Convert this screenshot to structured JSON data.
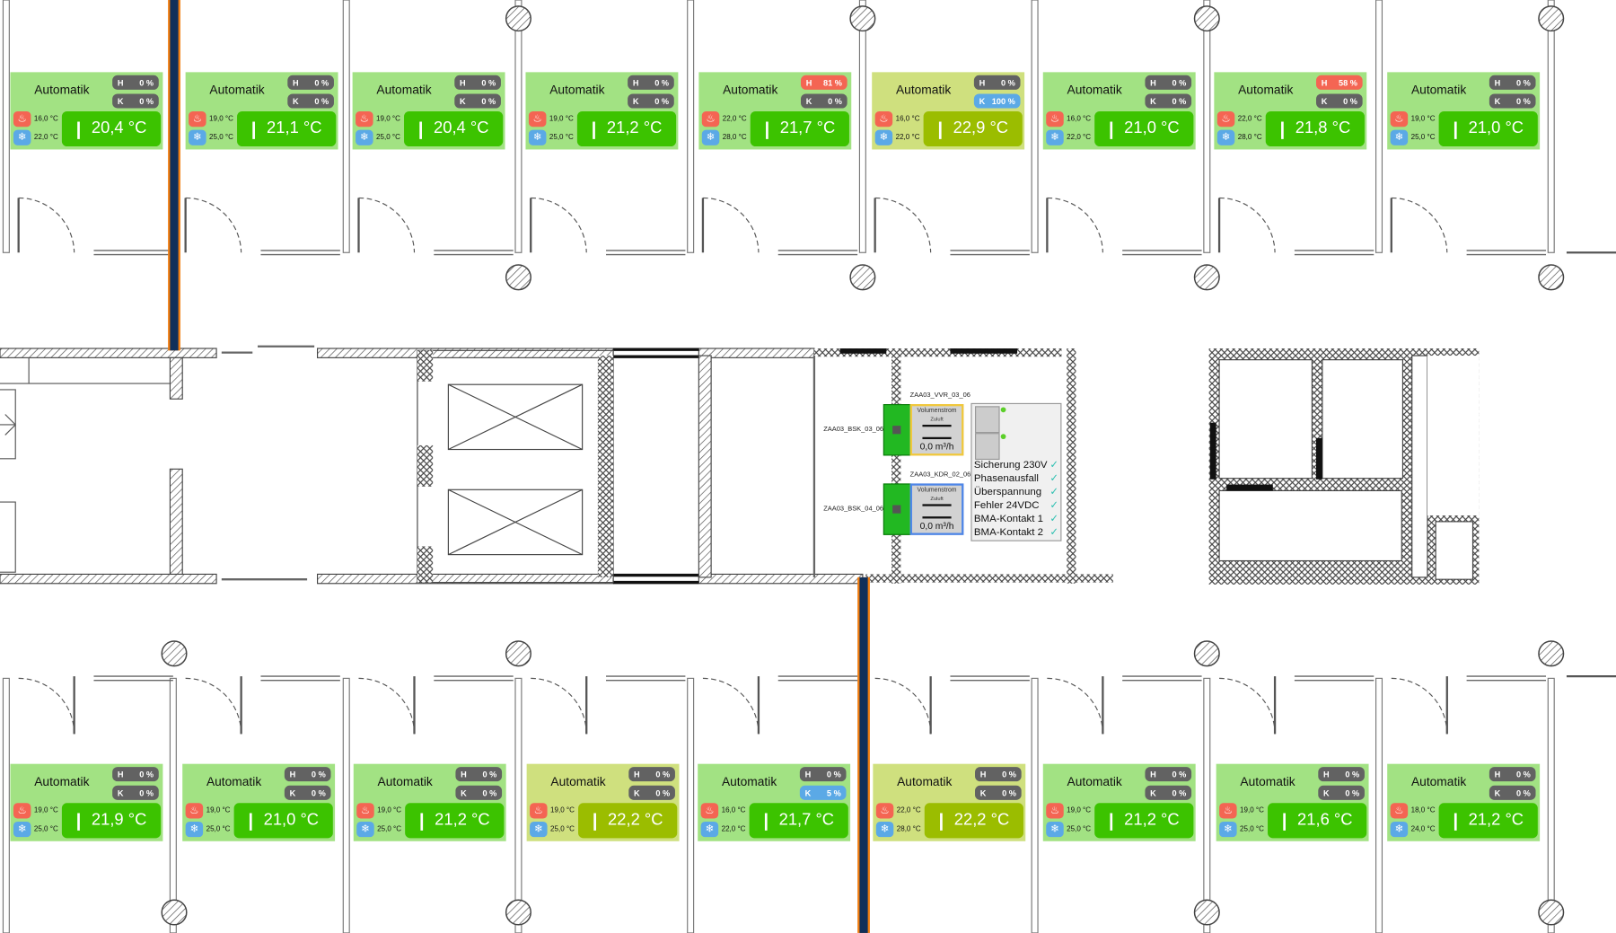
{
  "rooms_top": [
    {
      "mode": "Automatik",
      "h": "0 %",
      "k": "0 %",
      "heat_sp": "16,0 °C",
      "cool_sp": "22,0 °C",
      "temp": "20,4 °C",
      "warm": false,
      "h_active": false,
      "k_active": false
    },
    {
      "mode": "Automatik",
      "h": "0 %",
      "k": "0 %",
      "heat_sp": "19,0 °C",
      "cool_sp": "25,0 °C",
      "temp": "21,1 °C",
      "warm": false,
      "h_active": false,
      "k_active": false
    },
    {
      "mode": "Automatik",
      "h": "0 %",
      "k": "0 %",
      "heat_sp": "19,0 °C",
      "cool_sp": "25,0 °C",
      "temp": "20,4 °C",
      "warm": false,
      "h_active": false,
      "k_active": false
    },
    {
      "mode": "Automatik",
      "h": "0 %",
      "k": "0 %",
      "heat_sp": "19,0 °C",
      "cool_sp": "25,0 °C",
      "temp": "21,2 °C",
      "warm": false,
      "h_active": false,
      "k_active": false
    },
    {
      "mode": "Automatik",
      "h": "81 %",
      "k": "0 %",
      "heat_sp": "22,0 °C",
      "cool_sp": "28,0 °C",
      "temp": "21,7 °C",
      "warm": false,
      "h_active": true,
      "k_active": false
    },
    {
      "mode": "Automatik",
      "h": "0 %",
      "k": "100 %",
      "heat_sp": "16,0 °C",
      "cool_sp": "22,0 °C",
      "temp": "22,9 °C",
      "warm": true,
      "h_active": false,
      "k_active": true
    },
    {
      "mode": "Automatik",
      "h": "0 %",
      "k": "0 %",
      "heat_sp": "16,0 °C",
      "cool_sp": "22,0 °C",
      "temp": "21,0 °C",
      "warm": false,
      "h_active": false,
      "k_active": false
    },
    {
      "mode": "Automatik",
      "h": "58 %",
      "k": "0 %",
      "heat_sp": "22,0 °C",
      "cool_sp": "28,0 °C",
      "temp": "21,8 °C",
      "warm": false,
      "h_active": true,
      "k_active": false
    },
    {
      "mode": "Automatik",
      "h": "0 %",
      "k": "0 %",
      "heat_sp": "19,0 °C",
      "cool_sp": "25,0 °C",
      "temp": "21,0 °C",
      "warm": false,
      "h_active": false,
      "k_active": false
    }
  ],
  "rooms_bottom": [
    {
      "mode": "Automatik",
      "h": "0 %",
      "k": "0 %",
      "heat_sp": "19,0 °C",
      "cool_sp": "25,0 °C",
      "temp": "21,9 °C",
      "warm": false,
      "h_active": false,
      "k_active": false
    },
    {
      "mode": "Automatik",
      "h": "0 %",
      "k": "0 %",
      "heat_sp": "19,0 °C",
      "cool_sp": "25,0 °C",
      "temp": "21,0 °C",
      "warm": false,
      "h_active": false,
      "k_active": false
    },
    {
      "mode": "Automatik",
      "h": "0 %",
      "k": "0 %",
      "heat_sp": "19,0 °C",
      "cool_sp": "25,0 °C",
      "temp": "21,2 °C",
      "warm": false,
      "h_active": false,
      "k_active": false
    },
    {
      "mode": "Automatik",
      "h": "0 %",
      "k": "0 %",
      "heat_sp": "19,0 °C",
      "cool_sp": "25,0 °C",
      "temp": "22,2 °C",
      "warm": true,
      "h_active": false,
      "k_active": false
    },
    {
      "mode": "Automatik",
      "h": "0 %",
      "k": "5 %",
      "heat_sp": "16,0 °C",
      "cool_sp": "22,0 °C",
      "temp": "21,7 °C",
      "warm": false,
      "h_active": false,
      "k_active": true
    },
    {
      "mode": "Automatik",
      "h": "0 %",
      "k": "0 %",
      "heat_sp": "22,0 °C",
      "cool_sp": "28,0 °C",
      "temp": "22,2 °C",
      "warm": true,
      "h_active": false,
      "k_active": false
    },
    {
      "mode": "Automatik",
      "h": "0 %",
      "k": "0 %",
      "heat_sp": "19,0 °C",
      "cool_sp": "25,0 °C",
      "temp": "21,2 °C",
      "warm": false,
      "h_active": false,
      "k_active": false
    },
    {
      "mode": "Automatik",
      "h": "0 %",
      "k": "0 %",
      "heat_sp": "19,0 °C",
      "cool_sp": "25,0 °C",
      "temp": "21,6 °C",
      "warm": false,
      "h_active": false,
      "k_active": false
    },
    {
      "mode": "Automatik",
      "h": "0 %",
      "k": "0 %",
      "heat_sp": "18,0 °C",
      "cool_sp": "24,0 °C",
      "temp": "21,2 °C",
      "warm": false,
      "h_active": false,
      "k_active": false
    }
  ],
  "pill_labels": {
    "h": "H",
    "k": "K"
  },
  "icons": {
    "heat": "heating-icon",
    "cool": "cooling-icon",
    "therm": "thermometer-icon"
  },
  "technical": {
    "vvr_label": "ZAA03_VVR_03_06",
    "bsk1_label": "ZAA03_BSK_03_06",
    "kdr_label": "ZAA03_KDR_02_06",
    "bsk2_label": "ZAA03_BSK_04_06",
    "vol1_title": "Volumenstrom",
    "vol1_sub": "Zuluft",
    "vol1_value": "0,0 m³/h",
    "vol2_title": "Volumenstrom",
    "vol2_sub": "Zuluft",
    "vol2_value": "0,0 m³/h",
    "status": [
      "Sicherung 230V",
      "Phasenausfall",
      "Überspannung",
      "Fehler 24VDC",
      "BMA-Kontakt 1",
      "BMA-Kontakt 2"
    ],
    "check": "✓"
  },
  "colors": {
    "room_ok": "#a2e283",
    "room_warm": "#cfe07e",
    "temp_ok": "#3cc300",
    "temp_warm": "#9bbd00",
    "heat": "#f46553",
    "cool": "#5ba9e6",
    "duct_outer": "#f07d10",
    "duct_inner": "#11305a"
  }
}
